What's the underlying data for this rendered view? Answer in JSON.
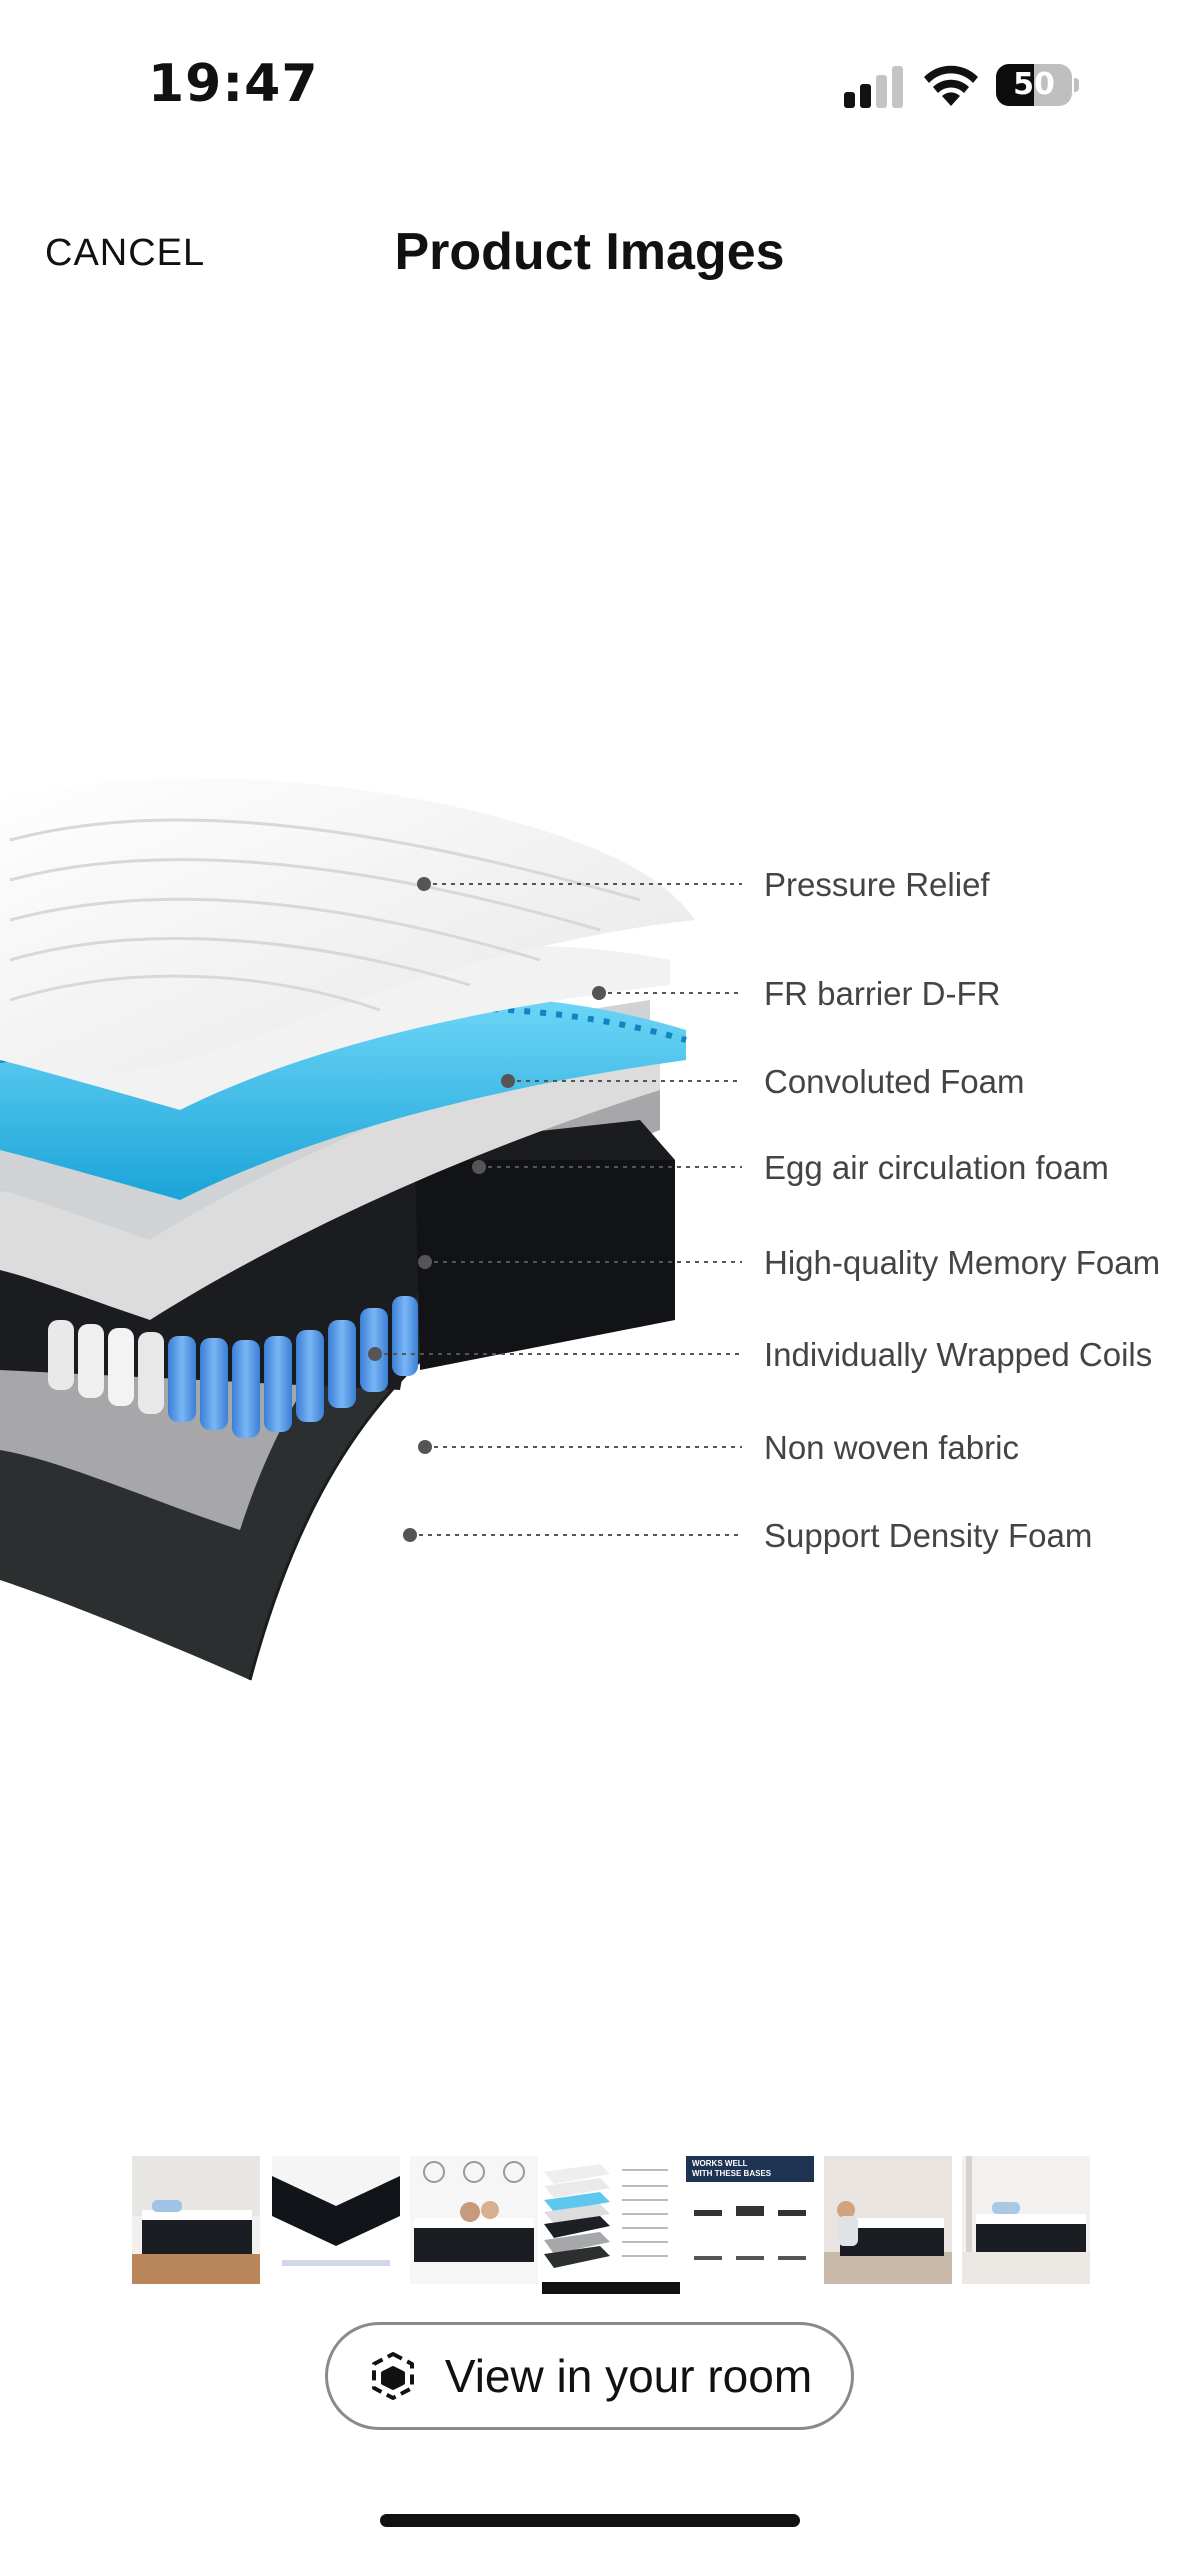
{
  "status_bar": {
    "time": "19:47",
    "battery_level": "50"
  },
  "header": {
    "cancel_label": "CANCEL",
    "title": "Product Images"
  },
  "product_image": {
    "layers": [
      "Pressure Relief",
      "FR barrier D-FR",
      "Convoluted Foam",
      "Egg air circulation foam",
      "High-quality Memory Foam",
      "Individually Wrapped Coils",
      "Non woven fabric",
      "Support Density Foam"
    ]
  },
  "thumbnails": {
    "count": 7,
    "selected_index": 3,
    "thumb5_banner": [
      "WORKS WELL",
      "WITH THESE BASES"
    ]
  },
  "view_in_room": {
    "label": "View in your room",
    "icon": "ar-cube-icon"
  }
}
